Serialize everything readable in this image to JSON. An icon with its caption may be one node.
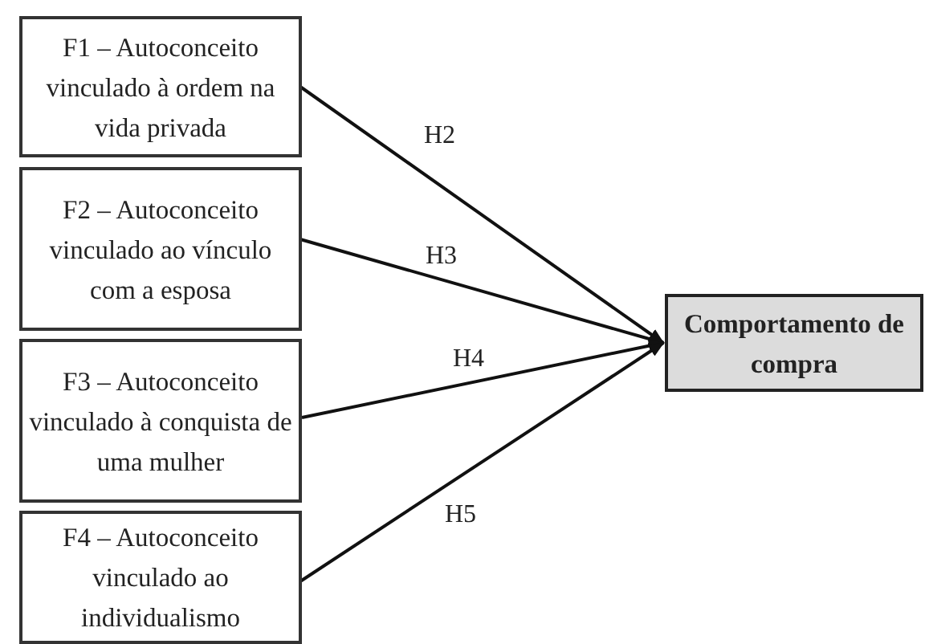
{
  "diagram": {
    "nodes": [
      {
        "text": [
          "F1 – Autoconceito vinculado à ordem na vida privada"
        ]
      },
      {
        "text": [
          "F2 – Autoconceito vinculado ao vínculo com a esposa"
        ]
      },
      {
        "text": [
          "F3 – Autoconceito vinculado à conquista de uma mulher"
        ]
      },
      {
        "text": [
          "F4 – Autoconceito vinculado ao individualismo"
        ]
      },
      {
        "text": [
          "Comportamento de compra"
        ]
      }
    ],
    "edges": [
      {
        "from": 0,
        "to": 4,
        "arrow": "to",
        "label": "H2"
      },
      {
        "from": 1,
        "to": 4,
        "arrow": "to",
        "label": "H3"
      },
      {
        "from": 2,
        "to": 4,
        "arrow": "to",
        "label": "H4"
      },
      {
        "from": 3,
        "to": 4,
        "arrow": "to",
        "label": "H5"
      }
    ]
  }
}
